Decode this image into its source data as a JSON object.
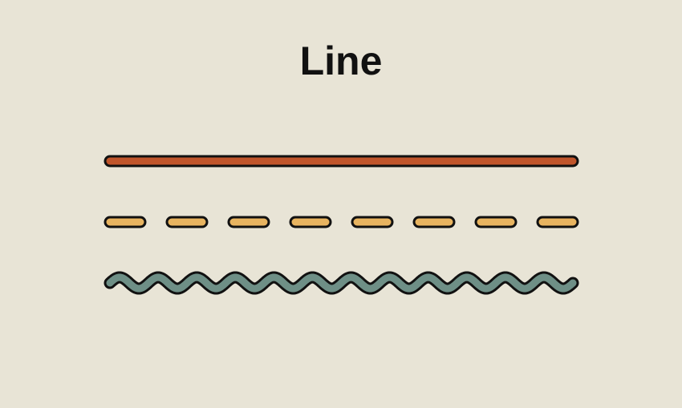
{
  "title": "Line",
  "colors": {
    "background": "#e8e4d6",
    "outline": "#111111",
    "solid": "#c0552b",
    "dashed": "#e8b460",
    "wavy": "#6e8f86"
  },
  "lines": [
    {
      "name": "solid-line",
      "style": "solid"
    },
    {
      "name": "dashed-line",
      "style": "dashed",
      "dash_count": 8
    },
    {
      "name": "wavy-line",
      "style": "wavy",
      "wave_count": 12
    }
  ]
}
